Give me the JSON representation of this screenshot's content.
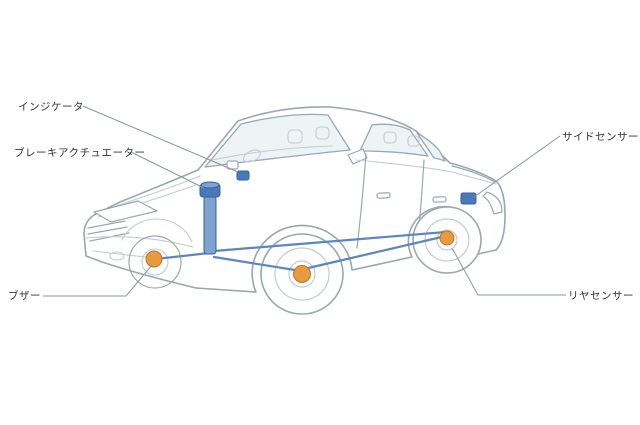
{
  "page": {
    "background": "#ffffff"
  },
  "diagram": {
    "subject": "sedan-parking-assist-system-cutaway",
    "labels": {
      "indicator": "インジケータ",
      "brake_actuator": "ブレーキアクチュエーター",
      "buzzer": "ブザー",
      "side_sensor": "サイドセンサー",
      "rear_sensor": "リヤセンサー"
    },
    "colors": {
      "outline": "#9aa7b2",
      "outline_light": "#c3ccd4",
      "window_fill": "#eef3f6",
      "body_fill": "#ffffff",
      "component_blue": "#4a79b8",
      "component_blue_light": "#7fa3cf",
      "component_blue_dark": "#35619f",
      "harness_blue": "#5b86c0",
      "sensor_orange": "#e89a3c",
      "sensor_orange_dark": "#b9772a",
      "leader_line": "#8b97a2",
      "label_text": "#333333"
    }
  }
}
